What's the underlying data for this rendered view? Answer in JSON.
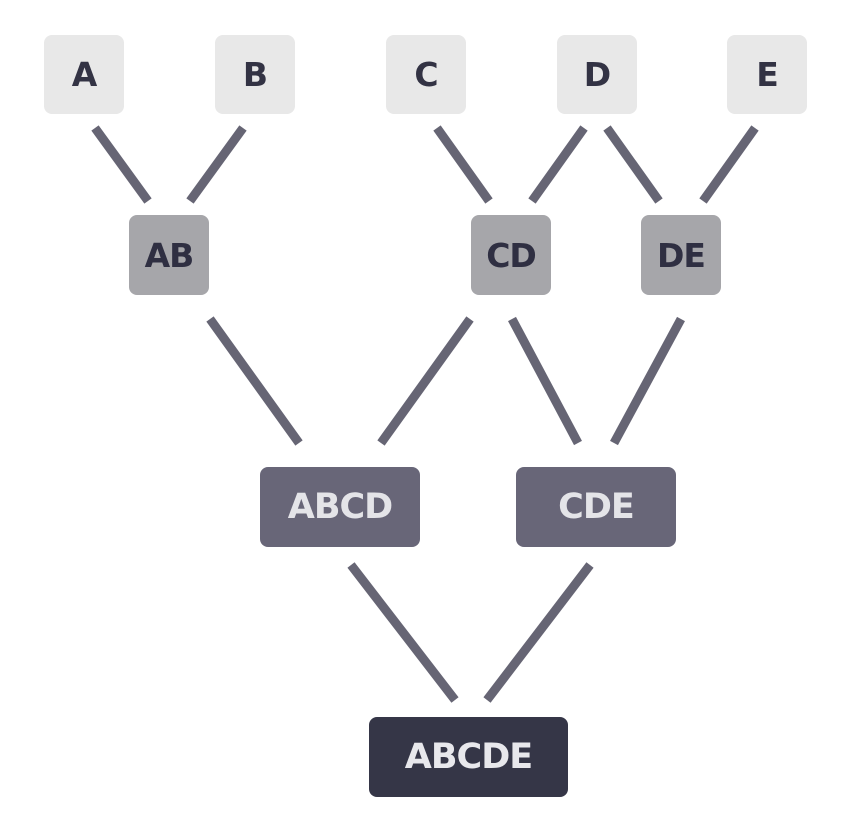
{
  "nodes": {
    "a": "A",
    "b": "B",
    "c": "C",
    "d": "D",
    "e": "E",
    "ab": "AB",
    "cd": "CD",
    "de": "DE",
    "abcd": "ABCD",
    "cde": "CDE",
    "abcde": "ABCDE"
  },
  "edges": [
    [
      "a",
      "ab"
    ],
    [
      "b",
      "ab"
    ],
    [
      "c",
      "cd"
    ],
    [
      "d",
      "cd"
    ],
    [
      "d",
      "de"
    ],
    [
      "e",
      "de"
    ],
    [
      "ab",
      "abcd"
    ],
    [
      "cd",
      "abcd"
    ],
    [
      "cd",
      "cde"
    ],
    [
      "de",
      "cde"
    ],
    [
      "abcd",
      "abcde"
    ],
    [
      "cde",
      "abcde"
    ]
  ],
  "colors": {
    "level0_fill": "#e8e8e8",
    "level1_fill": "#a6a6aa",
    "level2_fill": "#686678",
    "level3_fill": "#353647",
    "connector": "#666574"
  }
}
